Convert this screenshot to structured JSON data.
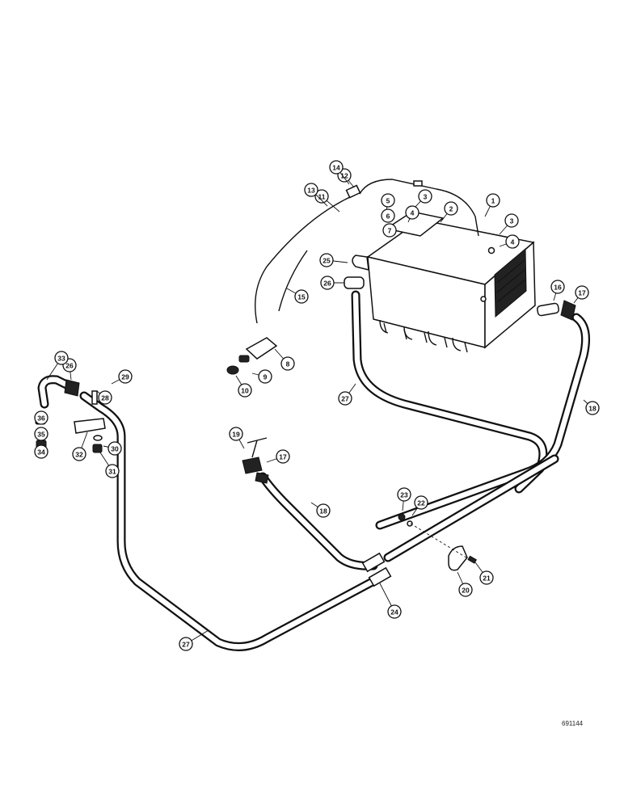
{
  "figure_id": "691144",
  "callouts": [
    "1",
    "2",
    "3",
    "3",
    "4",
    "4",
    "5",
    "6",
    "7",
    "8",
    "9",
    "10",
    "11",
    "12",
    "13",
    "14",
    "15",
    "16",
    "17",
    "17",
    "18",
    "18",
    "19",
    "20",
    "21",
    "22",
    "23",
    "24",
    "25",
    "26",
    "26",
    "27",
    "27",
    "28",
    "29",
    "30",
    "31",
    "32",
    "33",
    "34",
    "35",
    "36"
  ]
}
